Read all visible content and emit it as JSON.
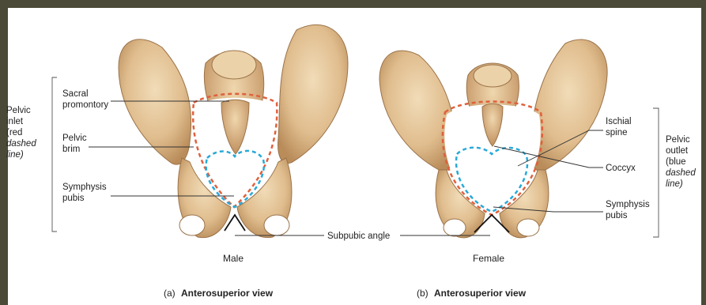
{
  "colors": {
    "frame": "#4b4a39",
    "bone": "#e3c49a",
    "bone_shadow": "#b98c5a",
    "inlet_line": "#e0603c",
    "outlet_line": "#29a9d8"
  },
  "left_panel": {
    "group_label": [
      "Pelvic",
      "inlet",
      "(red",
      "dashed",
      "line)"
    ],
    "sacral_promontory": [
      "Sacral",
      "promontory"
    ],
    "pelvic_brim": [
      "Pelvic",
      "brim"
    ],
    "symphysis_pubis": [
      "Symphysis",
      "pubis"
    ],
    "sex_label": "Male",
    "caption_letter": "(a)",
    "caption_text": "Anterosuperior view"
  },
  "right_panel": {
    "group_label": [
      "Pelvic",
      "outlet",
      "(blue",
      "dashed",
      "line)"
    ],
    "ischial_spine": [
      "Ischial",
      "spine"
    ],
    "coccyx": "Coccyx",
    "symphysis_pubis": [
      "Symphysis",
      "pubis"
    ],
    "sex_label": "Female",
    "caption_letter": "(b)",
    "caption_text": "Anterosuperior view"
  },
  "shared": {
    "subpubic_angle": "Subpubic angle"
  }
}
